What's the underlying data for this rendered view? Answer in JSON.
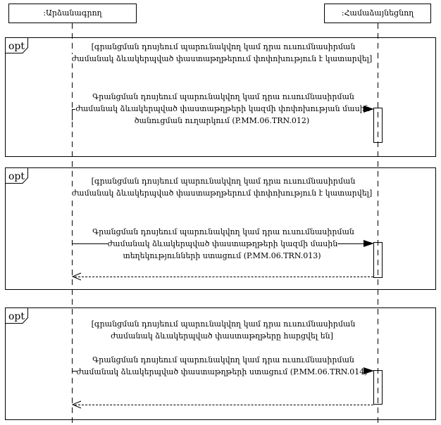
{
  "diagram_type": "uml-sequence-diagram",
  "colors": {
    "line": "#000000",
    "background": "#ffffff"
  },
  "participants": [
    {
      "label": ":Արձանագրող"
    },
    {
      "label": ":Համաձայնեցնող"
    }
  ],
  "fragments": [
    {
      "operator": "opt",
      "guard": "[գրանցման դոսյեում պարունակվող կամ դրա ուսումնասիրման ժամանակ ձևակերպված փաստաթղթերում փոփոխություն է կատարվել]",
      "message": "Գրանցման դոսյեում պարունակվող կամ դրա ուսումնասիրման ժամանակ ձևակերպված փաստաթղթերի կազմի փոփոխության մասին ծանուցման ուղարկում (P.MM.06.TRN.012)",
      "message_code": "P.MM.06.TRN.012",
      "has_return": false
    },
    {
      "operator": "opt",
      "guard": "[գրանցման դոսյեում պարունակվող կամ դրա ուսումնասիրման ժամանակ ձևակերպված փաստաթղթերում փոփոխություն է կատարվել]",
      "message": "Գրանցման դոսյեում պարունակվող կամ դրա ուսումնասիրման ժամանակ ձևակերպված փաստաթղթերի կազմի մասին տեղեկությունների ստացում (P.MM.06.TRN.013)",
      "message_code": "P.MM.06.TRN.013",
      "has_return": true
    },
    {
      "operator": "opt",
      "guard": "[գրանցման դոսյեում պարունակվող կամ դրա ուսումնասիրման ժամանակ ձևակերպված փաստաթղթերը հարցվել են]",
      "message": "Գրանցման դոսյեում պարունակվող կամ դրա ուսումնասիրման ժամանակ ձևակերպված փաստաթղթերի ստացում (P.MM.06.TRN.014)",
      "message_code": "P.MM.06.TRN.014",
      "has_return": true
    }
  ]
}
